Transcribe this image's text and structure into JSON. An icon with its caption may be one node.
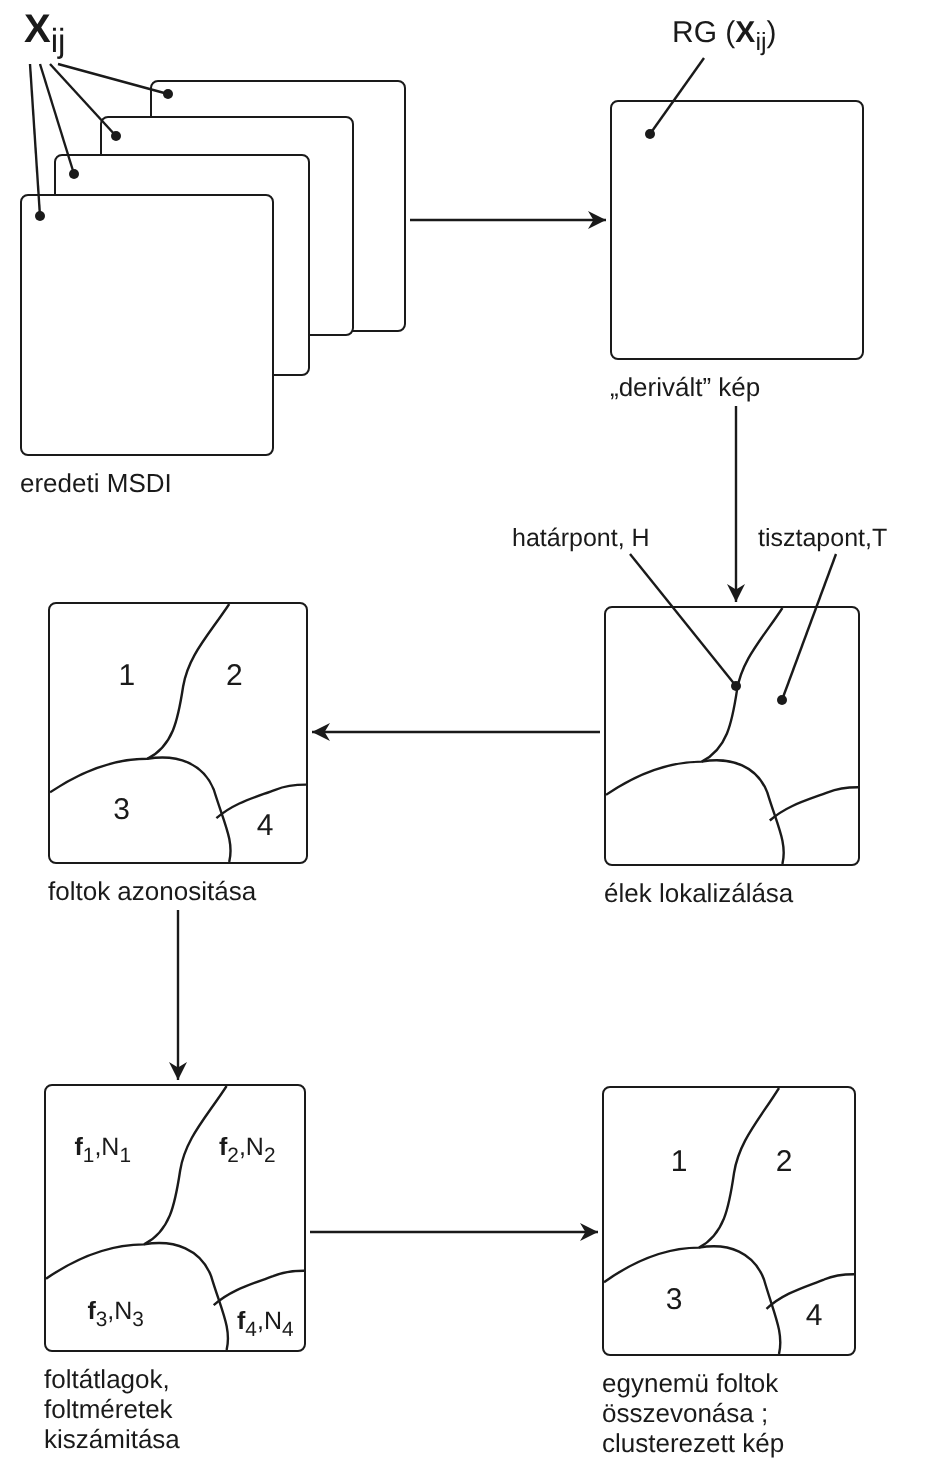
{
  "diagram": {
    "nodes": [
      {
        "text": [
          "**X**$_{ij}$"
        ]
      },
      {
        "text": [
          "eredeti MSDI"
        ]
      },
      {
        "text": [],
        "shape": "box"
      },
      {
        "text": [],
        "shape": "box"
      },
      {
        "text": [],
        "shape": "box"
      },
      {
        "text": [
          "RG (**X**$_{ij}$)"
        ]
      },
      {
        "text": [
          "„derivált” kép"
        ]
      },
      {
        "text": [
          "határpont, H"
        ]
      },
      {
        "text": [
          "tisztapont,T"
        ]
      },
      {
        "text": [
          "1",
          "2",
          "3",
          "4",
          "foltok azonositása"
        ]
      },
      {
        "text": [
          "élek lokalizálása"
        ]
      },
      {
        "text": [
          "**f**$_{1}$,N$_{1}$",
          "**f**$_{2}$,N$_{2}$",
          "**f**$_{3}$,N$_{3}$",
          "**f**$_{4}$,N$_{4}$",
          "foltátlagok, foltméretek kiszámitása"
        ]
      },
      {
        "text": [
          "1",
          "2",
          "3",
          "4",
          "egynemü foltok összevonása ; clusterezett kép"
        ]
      }
    ],
    "edges": [
      {
        "from": 0,
        "to": 1,
        "arrow": "other"
      },
      {
        "from": 0,
        "to": 2,
        "arrow": "other"
      },
      {
        "from": 0,
        "to": 3,
        "arrow": "other"
      },
      {
        "from": 0,
        "to": 4,
        "arrow": "other"
      },
      {
        "from": 5,
        "to": 6,
        "arrow": "other"
      },
      {
        "from": 7,
        "to": 10,
        "arrow": "other"
      },
      {
        "from": 8,
        "to": 10,
        "arrow": "other"
      },
      {
        "from": 4,
        "to": 6,
        "arrow": "to"
      },
      {
        "from": 6,
        "to": 10,
        "arrow": "to"
      },
      {
        "from": 10,
        "to": 9,
        "arrow": "to"
      },
      {
        "from": 9,
        "to": 11,
        "arrow": "to"
      },
      {
        "from": 11,
        "to": 12,
        "arrow": "to"
      }
    ]
  }
}
